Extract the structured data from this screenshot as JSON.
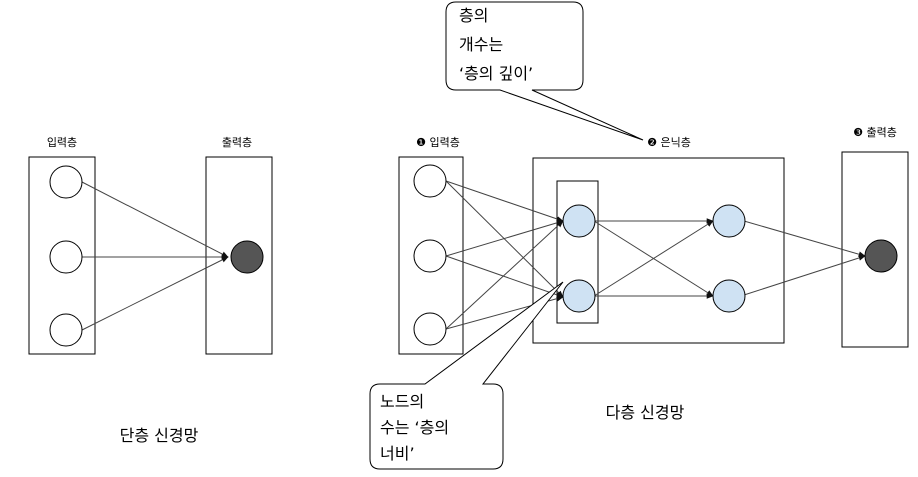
{
  "single_layer": {
    "input_label": "입력층",
    "output_label": "출력층",
    "caption": "단층 신경망"
  },
  "multi_layer": {
    "input_label": "❶ 입력층",
    "hidden_label": "❷ 은닉층",
    "output_label": "❸ 출력층",
    "caption": "다층 신경망"
  },
  "callouts": {
    "depth": [
      "층의",
      "개수는",
      "‘층의 깊이’"
    ],
    "width": [
      "노드의",
      "수는 ‘층의",
      "너비’"
    ]
  },
  "colors": {
    "hidden_node": "#cfe2f3",
    "output_node": "#555555",
    "input_node": "#ffffff"
  }
}
